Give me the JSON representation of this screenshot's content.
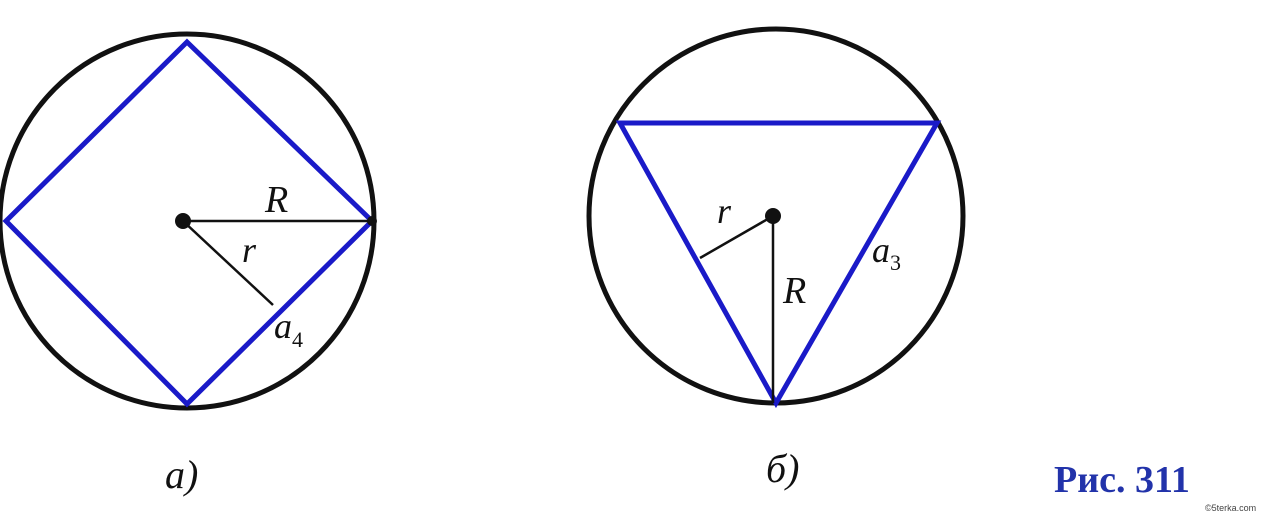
{
  "figure_a": {
    "caption": "а)",
    "label_R": "R",
    "label_r": "r",
    "label_side": "a",
    "label_side_sub": "4"
  },
  "figure_b": {
    "caption": "б)",
    "label_R": "R",
    "label_r": "r",
    "label_side": "a",
    "label_side_sub": "3"
  },
  "figure_number": "Рис. 311",
  "watermark": "©5terka.com",
  "colors": {
    "circle": "#111111",
    "polygon": "#1a1ac8",
    "figure_number": "#2233aa"
  }
}
